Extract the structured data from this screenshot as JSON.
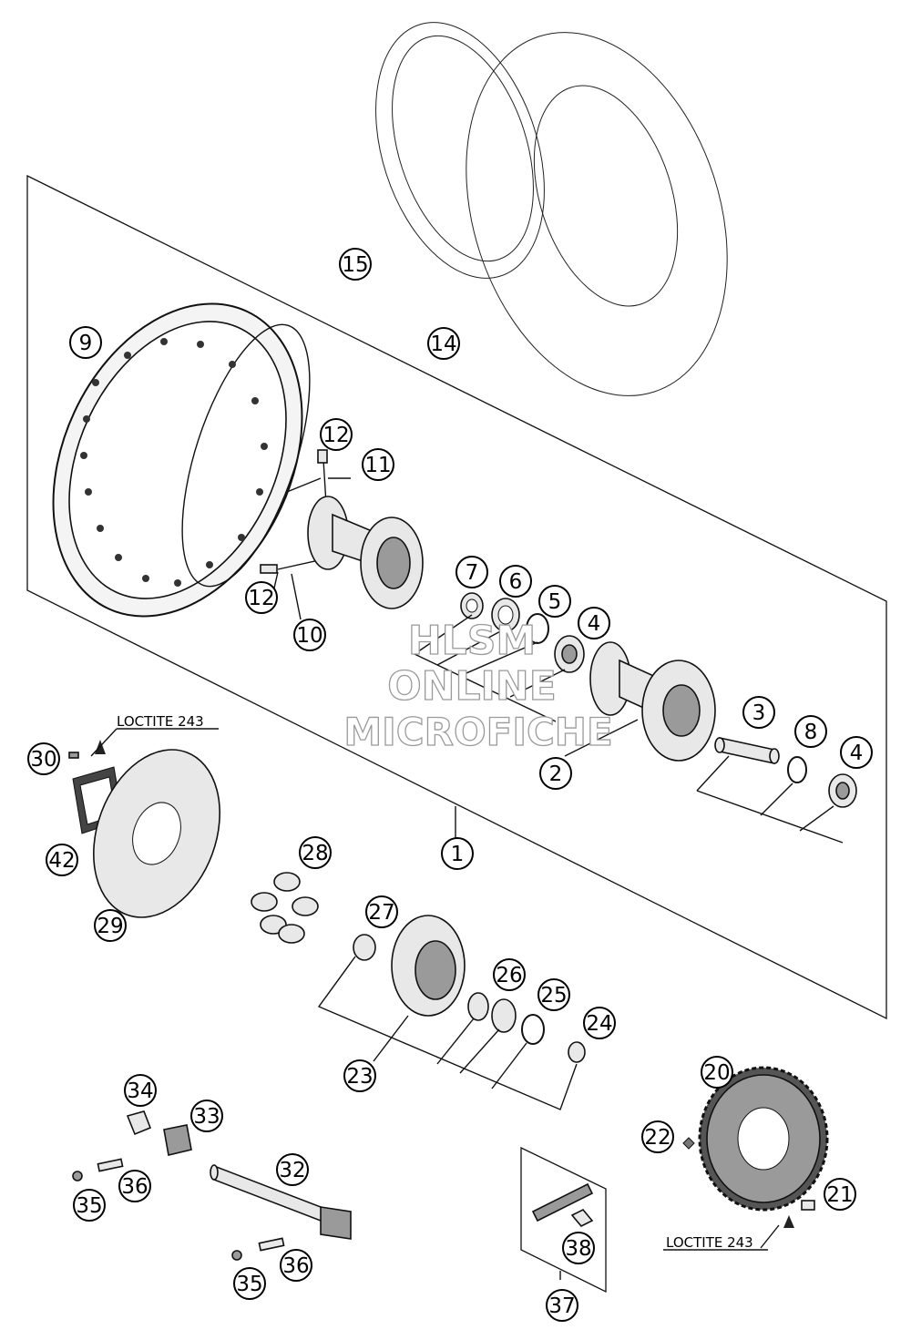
{
  "callouts": [
    {
      "label": "15"
    },
    {
      "label": "14"
    },
    {
      "label": "9"
    },
    {
      "label": "12"
    },
    {
      "label": "11"
    },
    {
      "label": "12"
    },
    {
      "label": "10"
    },
    {
      "label": "7"
    },
    {
      "label": "6"
    },
    {
      "label": "5"
    },
    {
      "label": "4"
    },
    {
      "label": "3"
    },
    {
      "label": "8"
    },
    {
      "label": "4"
    },
    {
      "label": "2"
    },
    {
      "label": "1"
    },
    {
      "label": "30"
    },
    {
      "label": "42"
    },
    {
      "label": "29"
    },
    {
      "label": "28"
    },
    {
      "label": "27"
    },
    {
      "label": "26"
    },
    {
      "label": "25"
    },
    {
      "label": "24"
    },
    {
      "label": "23"
    },
    {
      "label": "20"
    },
    {
      "label": "22"
    },
    {
      "label": "21"
    },
    {
      "label": "34"
    },
    {
      "label": "33"
    },
    {
      "label": "32"
    },
    {
      "label": "36"
    },
    {
      "label": "35"
    },
    {
      "label": "36"
    },
    {
      "label": "35"
    },
    {
      "label": "38"
    },
    {
      "label": "37"
    }
  ],
  "notes": {
    "loctite_top": "LOCTITE 243",
    "loctite_bottom": "LOCTITE 243"
  },
  "watermark": {
    "line1": "HLSM",
    "line2": "ONLINE",
    "line3": "MICROFICHE"
  }
}
